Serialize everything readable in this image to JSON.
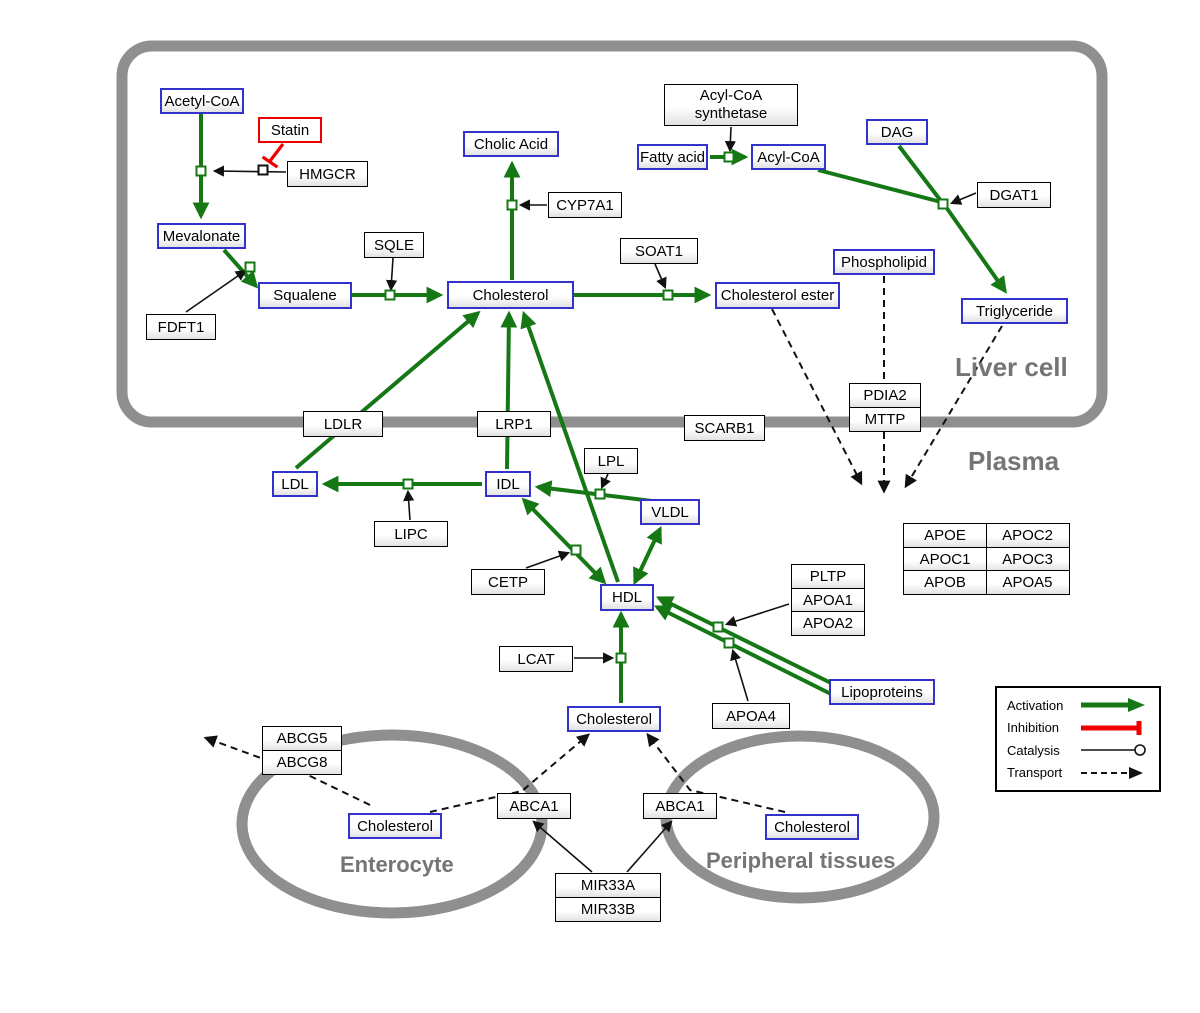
{
  "regions": {
    "liver": "Liver cell",
    "plasma": "Plasma",
    "enterocyte": "Enterocyte",
    "peripheral": "Peripheral tissues"
  },
  "nodes": {
    "acetyl_coa": "Acetyl-CoA",
    "statin": "Statin",
    "hmgcr": "HMGCR",
    "mevalonate": "Mevalonate",
    "fdft1": "FDFT1",
    "squalene": "Squalene",
    "sqle": "SQLE",
    "cholesterol_liver": "Cholesterol",
    "cholic_acid": "Cholic Acid",
    "cyp7a1": "CYP7A1",
    "soat1": "SOAT1",
    "cholesterol_ester": "Cholesterol ester",
    "acyl_coa_synthetase": "Acyl-CoA synthetase",
    "fatty_acid": "Fatty acid",
    "acyl_coa": "Acyl-CoA",
    "dag": "DAG",
    "dgat1": "DGAT1",
    "phospholipid": "Phospholipid",
    "triglyceride": "Triglyceride",
    "ldlr": "LDLR",
    "lrp1": "LRP1",
    "scarb1": "SCARB1",
    "pdia2": "PDIA2",
    "mttp": "MTTP",
    "ldl": "LDL",
    "idl": "IDL",
    "lipc": "LIPC",
    "lpl": "LPL",
    "vldl": "VLDL",
    "cetp": "CETP",
    "hdl": "HDL",
    "lcat": "LCAT",
    "pltp": "PLTP",
    "apoa1": "APOA1",
    "apoa2": "APOA2",
    "apoa4": "APOA4",
    "lipoproteins": "Lipoproteins",
    "cholesterol_plasma": "Cholesterol",
    "apoe": "APOE",
    "apoc2": "APOC2",
    "apoc1": "APOC1",
    "apoc3": "APOC3",
    "apob": "APOB",
    "apoa5": "APOA5",
    "abcg5": "ABCG5",
    "abcg8": "ABCG8",
    "cholesterol_enterocyte": "Cholesterol",
    "abca1_enterocyte": "ABCA1",
    "abca1_peripheral": "ABCA1",
    "cholesterol_peripheral": "Cholesterol",
    "mir33a": "MIR33A",
    "mir33b": "MIR33B"
  },
  "legend": {
    "activation": "Activation",
    "inhibition": "Inhibition",
    "catalysis": "Catalysis",
    "transport": "Transport"
  },
  "colors": {
    "activation": "#157815",
    "inhibition": "#ee0000",
    "metabolite_border": "#3333cc",
    "membrane": "#8f8f8f"
  }
}
